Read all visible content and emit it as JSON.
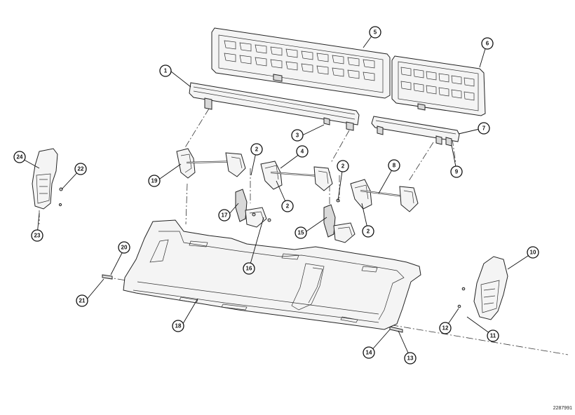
{
  "figure_number": "2287991",
  "callouts": [
    "1",
    "2",
    "3",
    "4",
    "5",
    "6",
    "7",
    "8",
    "9",
    "10",
    "11",
    "12",
    "13",
    "14",
    "15",
    "16",
    "17",
    "18",
    "19",
    "20",
    "21",
    "22",
    "23",
    "24"
  ],
  "callout_items": [
    {
      "id": "callout-1",
      "label": "1"
    },
    {
      "id": "callout-2a",
      "label": "2"
    },
    {
      "id": "callout-2b",
      "label": "2"
    },
    {
      "id": "callout-2c",
      "label": "2"
    },
    {
      "id": "callout-2d",
      "label": "2"
    },
    {
      "id": "callout-3",
      "label": "3"
    },
    {
      "id": "callout-4",
      "label": "4"
    },
    {
      "id": "callout-5",
      "label": "5"
    },
    {
      "id": "callout-6",
      "label": "6"
    },
    {
      "id": "callout-7",
      "label": "7"
    },
    {
      "id": "callout-8",
      "label": "8"
    },
    {
      "id": "callout-9",
      "label": "9"
    },
    {
      "id": "callout-10",
      "label": "10"
    },
    {
      "id": "callout-11",
      "label": "11"
    },
    {
      "id": "callout-12",
      "label": "12"
    },
    {
      "id": "callout-13",
      "label": "13"
    },
    {
      "id": "callout-14",
      "label": "14"
    },
    {
      "id": "callout-15",
      "label": "15"
    },
    {
      "id": "callout-16",
      "label": "16"
    },
    {
      "id": "callout-17",
      "label": "17"
    },
    {
      "id": "callout-18",
      "label": "18"
    },
    {
      "id": "callout-19",
      "label": "19"
    },
    {
      "id": "callout-20",
      "label": "20"
    },
    {
      "id": "callout-21",
      "label": "21"
    },
    {
      "id": "callout-22",
      "label": "22"
    },
    {
      "id": "callout-23",
      "label": "23"
    },
    {
      "id": "callout-24",
      "label": "24"
    }
  ]
}
